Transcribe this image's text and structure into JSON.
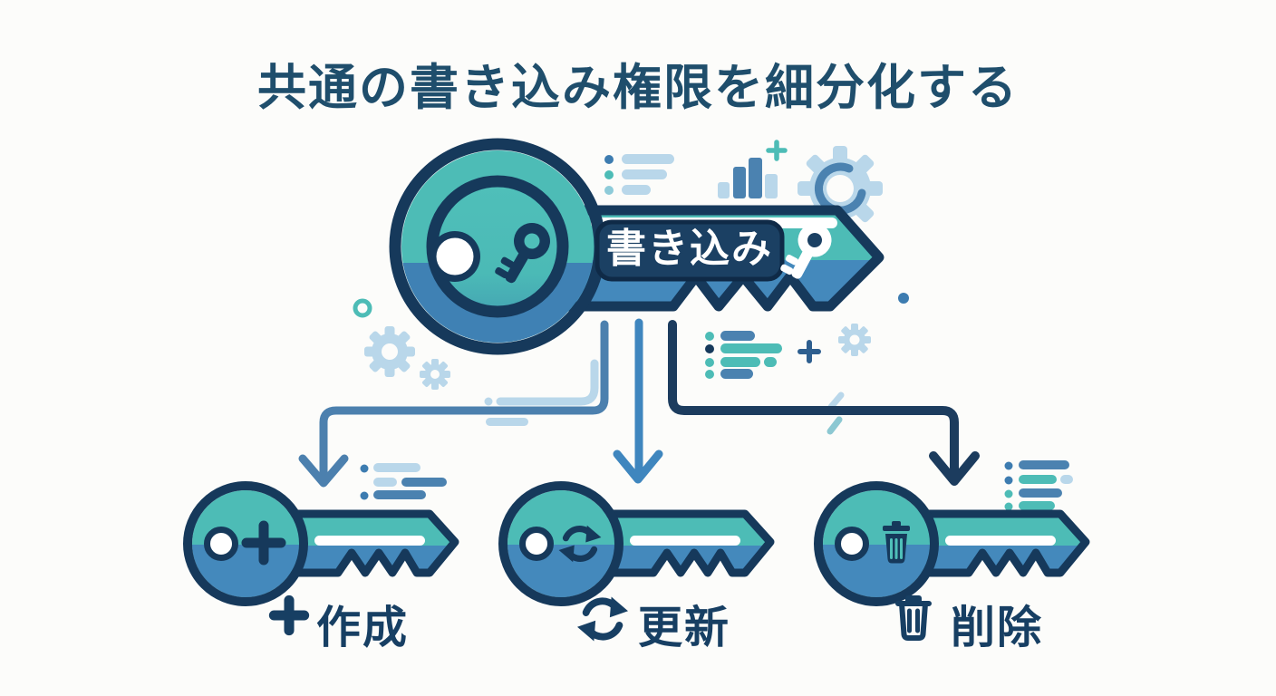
{
  "title": "共通の書き込み権限を細分化する",
  "parent_key": {
    "label": "書き込み",
    "icon": "key-icon"
  },
  "child_keys": [
    {
      "id": "create",
      "label": "作成",
      "icon": "plus-icon"
    },
    {
      "id": "update",
      "label": "更新",
      "icon": "refresh-icon"
    },
    {
      "id": "delete",
      "label": "削除",
      "icon": "trash-icon"
    }
  ],
  "decorations": {
    "icons": [
      "list-icon",
      "bar-chart-icon",
      "gear-icon",
      "plus-icon",
      "ring-icon",
      "dot",
      "sparkle-dashes"
    ]
  },
  "colors": {
    "teal": "#4DBCB6",
    "blue": "#4489BC",
    "blueBand": "#3F81B4",
    "navy": "#16395B",
    "panel": "#1B4063",
    "titleColor": "#1F4E6C",
    "labelColor": "#173F63",
    "arrowLeft": "#4C80AE",
    "arrowMid": "#3F86BE",
    "arrowDark": "#1C3C5E",
    "lightBlue": "#B9D7EA",
    "medBlue": "#4B82B0",
    "dotBlue": "#3D7CB0",
    "bg": "#FCFCFA"
  }
}
